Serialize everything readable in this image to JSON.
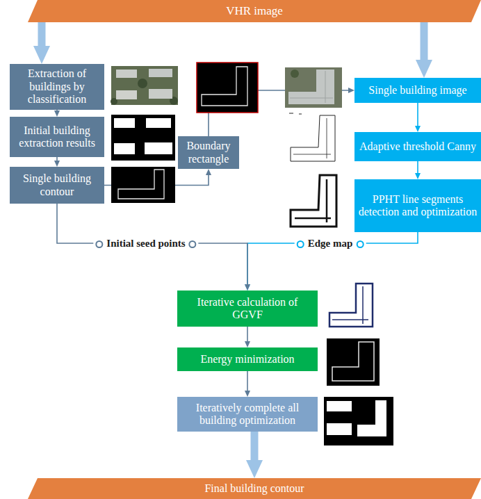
{
  "diagram": {
    "nodes": [
      {
        "text": [
          "VHR image"
        ]
      },
      {
        "text": [
          "Extraction of buildings by classification"
        ]
      },
      {
        "text": [
          "Initial building extraction results"
        ]
      },
      {
        "text": [
          "Single building contour"
        ]
      },
      {
        "text": [
          "Boundary rectangle"
        ]
      },
      {
        "text": [
          "Single building image"
        ]
      },
      {
        "text": [
          "Adaptive threshold Canny"
        ]
      },
      {
        "text": [
          "PPHT line segments detection and optimization"
        ]
      },
      {
        "text": [
          "Iterative calculation of GGVF"
        ]
      },
      {
        "text": [
          "Energy minimization"
        ]
      },
      {
        "text": [
          "Iteratively complete all building optimization"
        ]
      },
      {
        "text": [
          "Final building contour"
        ]
      }
    ],
    "edges": [
      {
        "from": 0,
        "to": 1,
        "arrow": "to"
      },
      {
        "from": 0,
        "to": 5,
        "arrow": "to"
      },
      {
        "from": 1,
        "to": 2,
        "arrow": "to"
      },
      {
        "from": 2,
        "to": 3,
        "arrow": "to"
      },
      {
        "from": 3,
        "to": 4,
        "arrow": "to"
      },
      {
        "from": 4,
        "to": 5,
        "arrow": "to"
      },
      {
        "from": 5,
        "to": 6,
        "arrow": "to"
      },
      {
        "from": 6,
        "to": 7,
        "arrow": "to"
      },
      {
        "from": 3,
        "to": 8,
        "arrow": "to"
      },
      {
        "from": 7,
        "to": 8,
        "arrow": "to"
      },
      {
        "from": 8,
        "to": 9,
        "arrow": "to"
      },
      {
        "from": 9,
        "to": 10,
        "arrow": "to"
      },
      {
        "from": 10,
        "to": 11,
        "arrow": "to"
      }
    ],
    "labels": [
      "Initial seed points",
      "Edge map"
    ]
  }
}
